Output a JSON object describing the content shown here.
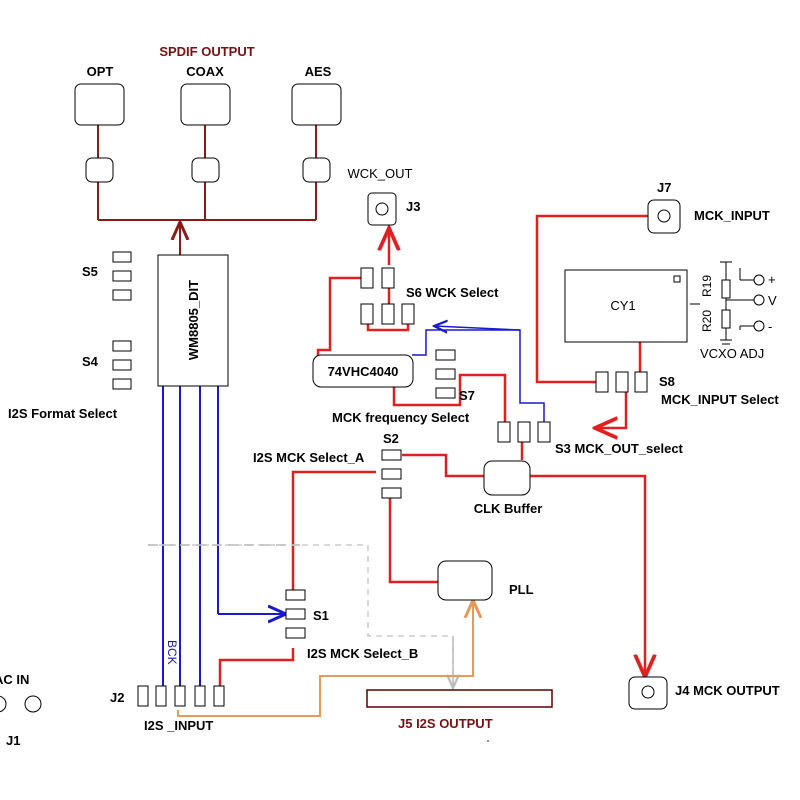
{
  "labels": {
    "spdif_output": "SPDIF OUTPUT",
    "opt": "OPT",
    "coax": "COAX",
    "aes": "AES",
    "wck_out": "WCK_OUT",
    "j3": "J3",
    "j7": "J7",
    "mck_input": "MCK_INPUT",
    "cy1": "CY1",
    "r19": "R19",
    "r20": "R20",
    "plus": "+",
    "v": "V",
    "minus": "-",
    "vcxo_adj": "VCXO ADJ",
    "s5": "S5",
    "s4": "S4",
    "i2s_format_select": "I2S Format Select",
    "wm8805": "WM8805_DIT",
    "s6": "S6 WCK  Select",
    "chip_74vhc4040": "74VHC4040",
    "s7": "S7",
    "mck_frequency_select": "MCK frequency Select",
    "s8": "S8",
    "mck_input_select": "MCK_INPUT Select",
    "s2": "S2",
    "s3": "S3 MCK_OUT_select",
    "i2s_mck_select_a": "I2S MCK Select_A",
    "clk_buffer": "CLK Buffer",
    "pll": "PLL",
    "s1": "S1",
    "i2s_mck_select_b": "I2S MCK Select_B",
    "bck": "BCK",
    "ac_in": "AC IN",
    "j1": "J1",
    "j2": "J2",
    "i2s_input": "I2S _INPUT",
    "j5": "J5 I2S OUTPUT",
    "j4": "J4 MCK OUTPUT"
  },
  "colors": {
    "red": "#e02020",
    "dark_red": "#8b1a1a",
    "blue": "#1a1acc",
    "orange": "#e59a5a",
    "gray": "#bbbbbb",
    "title_red": "#7b1010"
  }
}
